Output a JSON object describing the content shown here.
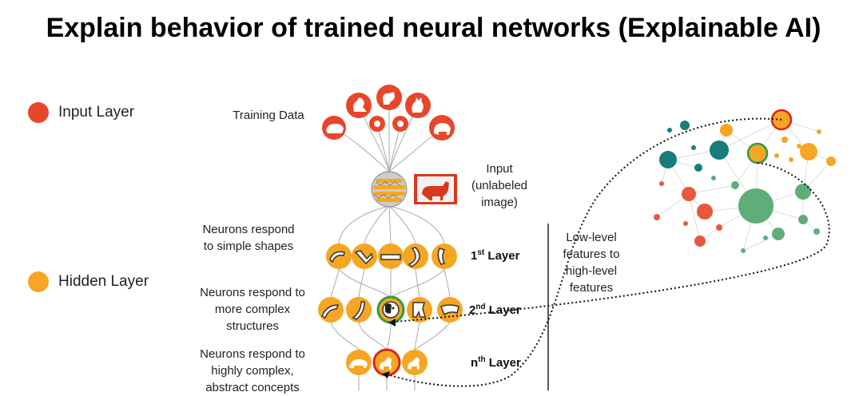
{
  "title": "Explain behavior of trained neural networks (Explainable AI)",
  "legend": [
    {
      "label": "Input Layer",
      "color": "#e8462a"
    },
    {
      "label": "Hidden Layer",
      "color": "#f5a623"
    }
  ],
  "labels": {
    "training_data": "Training Data",
    "input": "Input\n(unlabeled\nimage)",
    "simple_shapes": "Neurons respond\nto simple shapes",
    "complex_structures": "Neurons respond to\nmore complex\nstructures",
    "abstract_concepts": "Neurons respond to\nhighly complex,\nabstract concepts",
    "features": "Low-level\nfeatures to\nhigh-level\nfeatures"
  },
  "layers": {
    "first": {
      "num": "1",
      "sup": "st",
      "word": "Layer"
    },
    "second": {
      "num": "2",
      "sup": "nd",
      "word": "Layer"
    },
    "nth": {
      "num": "n",
      "sup": "th",
      "word": "Layer"
    }
  },
  "icons": {
    "training": [
      "rooster-icon",
      "dog-icon",
      "cat-icon",
      "pig-icon",
      "small-dog-icon",
      "rabbit-icon",
      "elephant-icon"
    ],
    "layer1": [
      "curve-shape-icon",
      "wave-shape-icon",
      "line-shape-icon",
      "arc-shape-icon",
      "bracket-shape-icon"
    ],
    "layer2": [
      "stroke-shape-icon",
      "horn-shape-icon",
      "dog-face-icon",
      "leg-shape-icon",
      "contour-shape-icon"
    ],
    "layern": [
      "pig-shape-icon",
      "dog-shape-icon",
      "dog-shape-icon"
    ]
  }
}
